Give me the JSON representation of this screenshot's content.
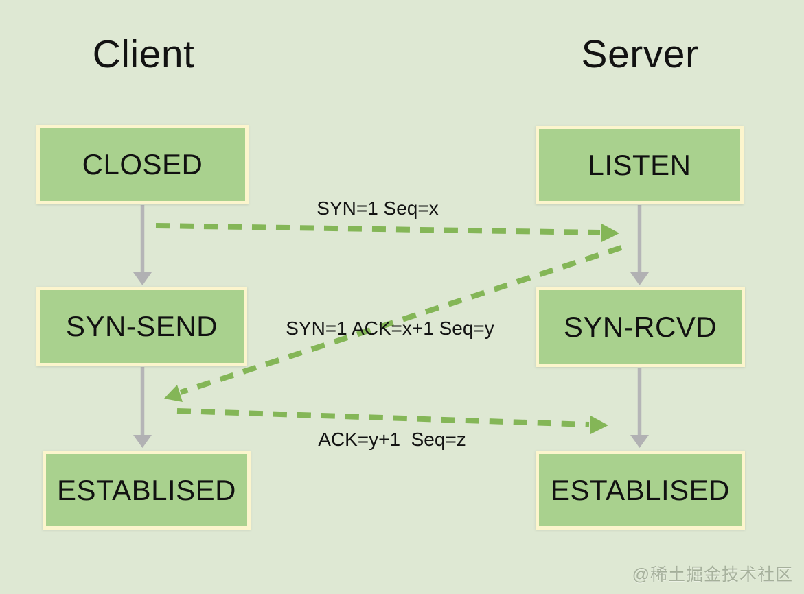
{
  "diagram": {
    "client": {
      "title": "Client",
      "states": [
        "CLOSED",
        "SYN-SEND",
        "ESTABLISED"
      ]
    },
    "server": {
      "title": "Server",
      "states": [
        "LISTEN",
        "SYN-RCVD",
        "ESTABLISED"
      ]
    },
    "messages": [
      {
        "label": "SYN=1 Seq=x",
        "from": "client",
        "to": "server"
      },
      {
        "label": "SYN=1 ACK=x+1 Seq=y",
        "from": "server",
        "to": "client"
      },
      {
        "label": "ACK=y+1  Seq=z",
        "from": "client",
        "to": "server"
      }
    ],
    "watermark": "@稀土掘金技术社区",
    "colors": {
      "background": "#dee8d3",
      "state_box_fill": "#a9d18e",
      "state_box_border": "#fcf5cd",
      "message_arrow_green": "#84b657",
      "transition_arrow_gray": "#b5b5b7",
      "text": "#111111"
    }
  }
}
